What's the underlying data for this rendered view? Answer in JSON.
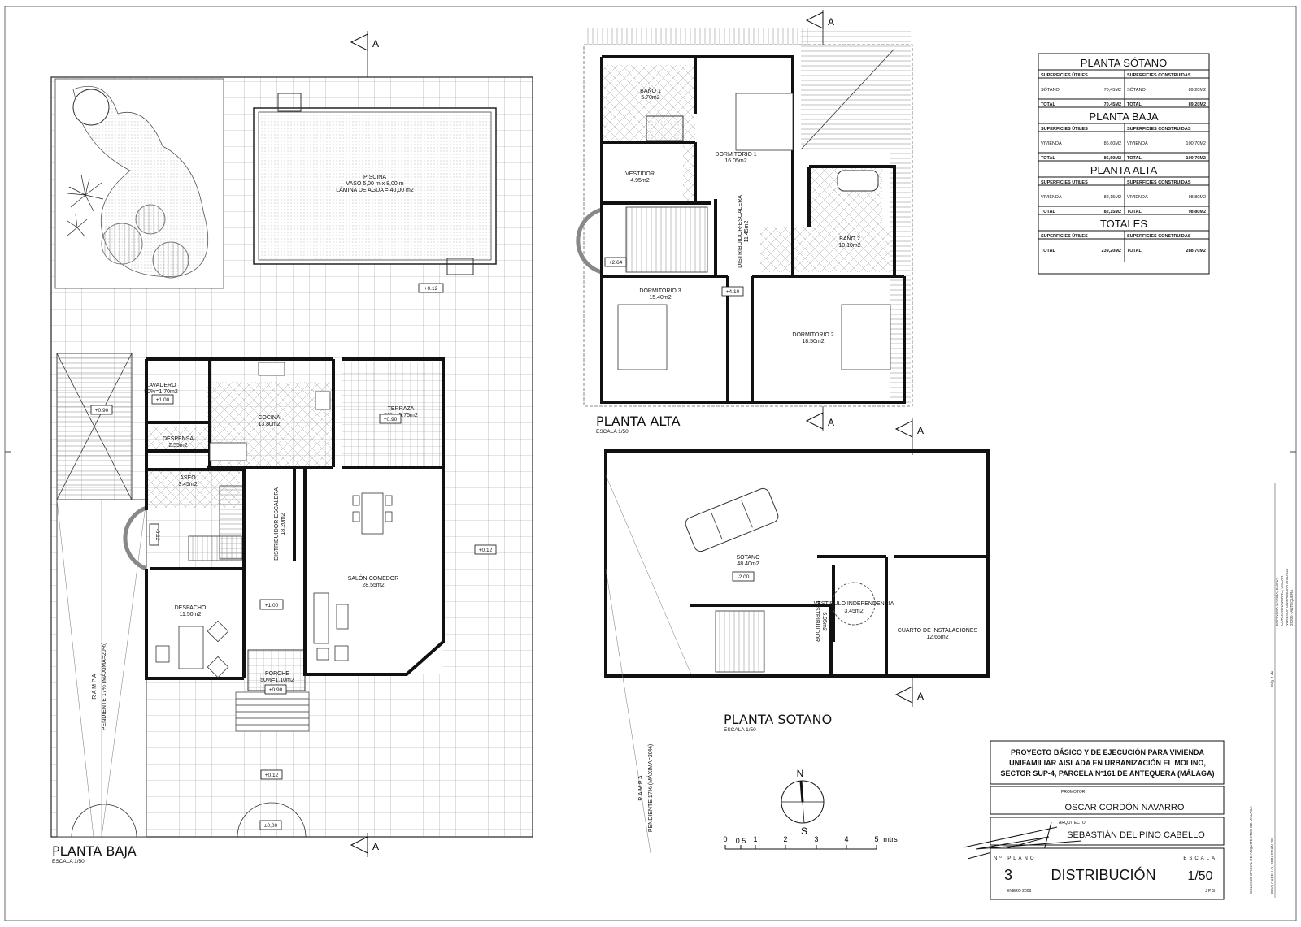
{
  "planta_baja": {
    "title": "PLANTA BAJA",
    "scale": "ESCALA 1/50",
    "section_mark": "A",
    "pool": {
      "name": "PISCINA",
      "line1": "VASO 5,00 m x 8,00 m",
      "line2": "LÁMINA DE AGUA = 40,00 m2"
    },
    "rooms": [
      {
        "name": "LAVADERO",
        "area": "50%=1.70m2"
      },
      {
        "name": "COCINA",
        "area": "13.80m2"
      },
      {
        "name": "TERRAZA",
        "area": "50%=5.75m2"
      },
      {
        "name": "DESPENSA",
        "area": "2.55m2"
      },
      {
        "name": "ASEO",
        "area": "3.45m2"
      },
      {
        "name": "DISTRIBUIDOR-ESCALERA",
        "area": "18.20m2"
      },
      {
        "name": "SALÓN-COMEDOR",
        "area": "28.55m2"
      },
      {
        "name": "DESPACHO",
        "area": "11.50m2"
      },
      {
        "name": "PORCHE",
        "area": "50%=1.10m2"
      }
    ],
    "ramp": {
      "name": "R A M P A",
      "slope": "PENDIENTE 17% (MÁXIMA=20%)"
    },
    "levels": [
      "+0.12",
      "+0.90",
      "+1.00",
      "+0.90",
      "-0.12",
      "+1.00",
      "+0.90",
      "+0.12",
      "+0.12",
      "±0,00"
    ]
  },
  "planta_alta": {
    "title": "PLANTA ALTA",
    "scale": "ESCALA 1/50",
    "section_mark": "A",
    "rooms": [
      {
        "name": "BAÑO 1",
        "area": "5.70m2"
      },
      {
        "name": "VESTIDOR",
        "area": "4.95m2"
      },
      {
        "name": "DORMITORIO 1",
        "area": "16.05m2"
      },
      {
        "name": "BAÑO 2",
        "area": "10.10m2"
      },
      {
        "name": "DISTRIBUIDOR-ESCALERA",
        "area": "11.45m2"
      },
      {
        "name": "DORMITORIO 3",
        "area": "15.40m2"
      },
      {
        "name": "DORMITORIO 2",
        "area": "18.50m2"
      }
    ],
    "levels": [
      "+2.64",
      "+4.10"
    ]
  },
  "planta_sotano": {
    "title": "PLANTA SOTANO",
    "scale": "ESCALA 1/50",
    "section_mark": "A",
    "rooms": [
      {
        "name": "SOTANO",
        "area": "48.40m2"
      },
      {
        "name": "VESTIBULO INDEPENDENCIA",
        "area": "3.45m2"
      },
      {
        "name": "DISTRIBUIDOR",
        "area": "5.95m2"
      },
      {
        "name": "CUARTO DE INSTALACIONES",
        "area": "12.65m2"
      }
    ],
    "ramp": {
      "name": "R A M P A",
      "slope": "PENDIENTE 17% (MÁXIMA=20%)"
    },
    "levels": [
      "-2.00"
    ]
  },
  "surfaces_table": {
    "col_utiles": "SUPERFICIES ÚTILES",
    "col_construidas": "SUPERFICIES CONSTRUIDAS",
    "total_label": "TOTAL",
    "sections": [
      {
        "title": "PLANTA SÓTANO",
        "row_label": "SÓTANO",
        "util": "70,45M2",
        "construida": "89,20M2",
        "total_util": "70,45M2",
        "total_construida": "89,20M2"
      },
      {
        "title": "PLANTA BAJA",
        "row_label": "VIVIENDA",
        "util": "86,60M2",
        "construida": "100,70M2",
        "total_util": "86,60M2",
        "total_construida": "100,70M2"
      },
      {
        "title": "PLANTA ALTA",
        "row_label": "VIVIENDA",
        "util": "82,15M2",
        "construida": "98,80M2",
        "total_util": "82,15M2",
        "total_construida": "98,80M2"
      }
    ],
    "totales": {
      "title": "TOTALES",
      "total_util": "239,20M2",
      "total_construida": "288,70M2"
    }
  },
  "north_arrow": {
    "n": "N",
    "s": "S"
  },
  "scale_bar": {
    "ticks": [
      "0",
      "0.5",
      "1",
      "2",
      "3",
      "4",
      "5"
    ],
    "unit": "mtrs"
  },
  "title_block": {
    "project_line1": "PROYECTO BÁSICO Y DE EJECUCIÓN PARA VIVIENDA",
    "project_line2": "UNIFAMILIAR AISLADA EN URBANIZACIÓN EL MOLINO,",
    "project_line3": "SECTOR SUP-4, PARCELA Nº161 DE ANTEQUERA (MÁLAGA)",
    "promotor_label": "PROMOTOR",
    "promotor": "OSCAR CORDÓN NAVARRO",
    "arquitecto_label": "ARQUITECTO:",
    "arquitecto": "SEBASTIÁN DEL PINO CABELLO",
    "plano_label": "Nº PLANO",
    "plano_number": "3",
    "plano_title": "DISTRIBUCIÓN",
    "escala_label": "ESCALA",
    "escala": "1/50",
    "date": "ENERO 2008",
    "initials": "J P S"
  },
  "side_stamp": {
    "line1": "COLEGIO OFICIAL DE ARQUITECTOS DE MÁLAGA",
    "line2": "PINO CABELLO, SEBASTIÁN DEL",
    "line3": "Pág. 1 de 1",
    "line4": "ESPINOSA GARCÍA, ELENA",
    "line5": "CORDÓN NAVARRO, OSCAR",
    "line6": "VIVIENDA UNIFAMILIAR AISLADA",
    "line7": "29200 - ANTEQUERA"
  }
}
